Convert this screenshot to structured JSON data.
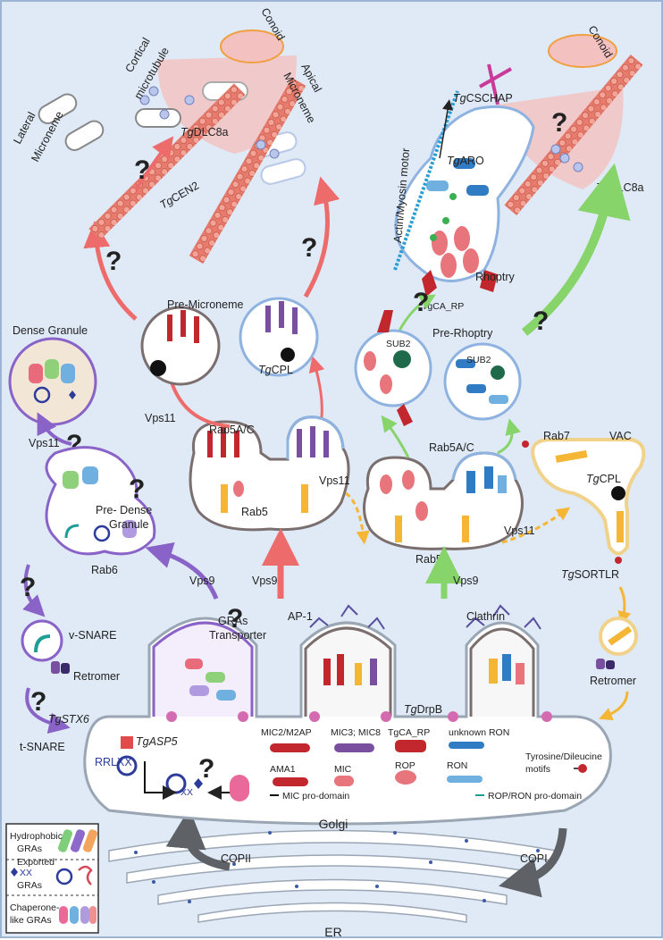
{
  "labels": {
    "conoid_left": "Conoid",
    "conoid_right": "Conoid",
    "cortical_microtubule_1": "Cortical",
    "cortical_microtubule_2": "microtubule",
    "lateral_microneme_1": "Lateral",
    "lateral_microneme_2": "Microneme",
    "apical_microneme_1": "Apical",
    "apical_microneme_2": "Microneme",
    "dlc8a_left_prefix": "Tg",
    "dlc8a_left_suffix": "DLC8a",
    "dlc8a_right_prefix": "Tg",
    "dlc8a_right_suffix": "DLC8a",
    "cen2_prefix": "Tg",
    "cen2_suffix": "CEN2",
    "cschap_prefix": "Tg",
    "cschap_suffix": "CSCHAP",
    "aro_prefix": "Tg",
    "aro_suffix": "ARO",
    "actin_myosin": "Actin/Myosin motor",
    "rhoptry": "Rhoptry",
    "tgca_rp_top": "TgCA_RP",
    "pre_microneme": "Pre-Microneme",
    "pre_rhoptry": "Pre-Rhoptry",
    "tgcpl_1_prefix": "Tg",
    "tgcpl_1_suffix": "CPL",
    "sub2_left": "SUB2",
    "sub2_right": "SUB2",
    "dense_granule": "Dense Granule",
    "vps11_dg": "Vps11",
    "vps11_mic": "Vps11",
    "vps11_mid": "Vps11",
    "vps11_right": "Vps11",
    "pre_dense_granule_1": "Pre- Dense",
    "pre_dense_granule_2": "Granule",
    "rab5ac_left": "Rab5A/C",
    "rab5ac_right": "Rab5A/C",
    "rab5_left": "Rab5",
    "rab5_right": "Rab5",
    "rab6": "Rab6",
    "rab7": "Rab7",
    "vac": "VAC",
    "tgcpl_2_prefix": "Tg",
    "tgcpl_2_suffix": "CPL",
    "sortlr_prefix": "Tg",
    "sortlr_suffix": "SORTLR",
    "vps9_left": "Vps9",
    "vps9_mid": "Vps9",
    "vps9_right": "Vps9",
    "v_snare": "v-SNARE",
    "retromer_left": "Retromer",
    "retromer_right": "Retromer",
    "gras_1": "GRAs",
    "gras_2": "Transporter",
    "ap1": "AP-1",
    "clathrin": "Clathrin",
    "tgstx6_prefix": "Tg",
    "tgstx6_suffix": "STX6",
    "t_snare": "t-SNARE",
    "tgasp5_prefix": "Tg",
    "tgasp5_suffix": "ASP5",
    "rrlxx": "RRLXX",
    "xx": "XX",
    "drpb_prefix": "Tg",
    "drpb_suffix": "DrpB",
    "mic2_m2ap": "MIC2/M2AP",
    "mic3_mic8": "MIC3; MIC8",
    "tgca_rp_legend": "TgCA_RP",
    "unknown_ron": "unknown RON",
    "ama1": "AMA1",
    "mic": "MIC",
    "rop": "ROP",
    "ron": "RON",
    "tyr_dileucine_1": "Tyrosine/Dileucine",
    "tyr_dileucine_2": "motifs",
    "mic_prodomain": "MIC pro-domain",
    "rop_ron_prodomain": "ROP/RON pro-domain",
    "golgi": "Golgi",
    "er": "ER",
    "copii": "COPII",
    "copi": "COPI",
    "question": "?"
  },
  "legend": {
    "hydrophobic_1": "Hydrophobic",
    "hydrophobic_2": "GRAs",
    "exported_1": "Exported",
    "exported_2": "GRAs",
    "exported_xx": "XX",
    "chaperone_1": "Chaperone-",
    "chaperone_2": "like GRAs"
  },
  "colors": {
    "background": "#dfeaf6",
    "microneme_red": "#c1272d",
    "microneme_purple": "#7a4fa0",
    "rhoptry_pink": "#e8747c",
    "ron_blue": "#2f7bc4",
    "arrow_red": "#ee6b6b",
    "arrow_green": "#86d46a",
    "arrow_purple": "#8a63c8",
    "arrow_yellow": "#f5b635",
    "arrow_gray": "#5e6166",
    "golgi_fill": "#ffffff",
    "golgi_stroke": "#9aa6b4",
    "prodomain_teal": "#1f9e96",
    "exported_navy": "#2d3b9a"
  }
}
